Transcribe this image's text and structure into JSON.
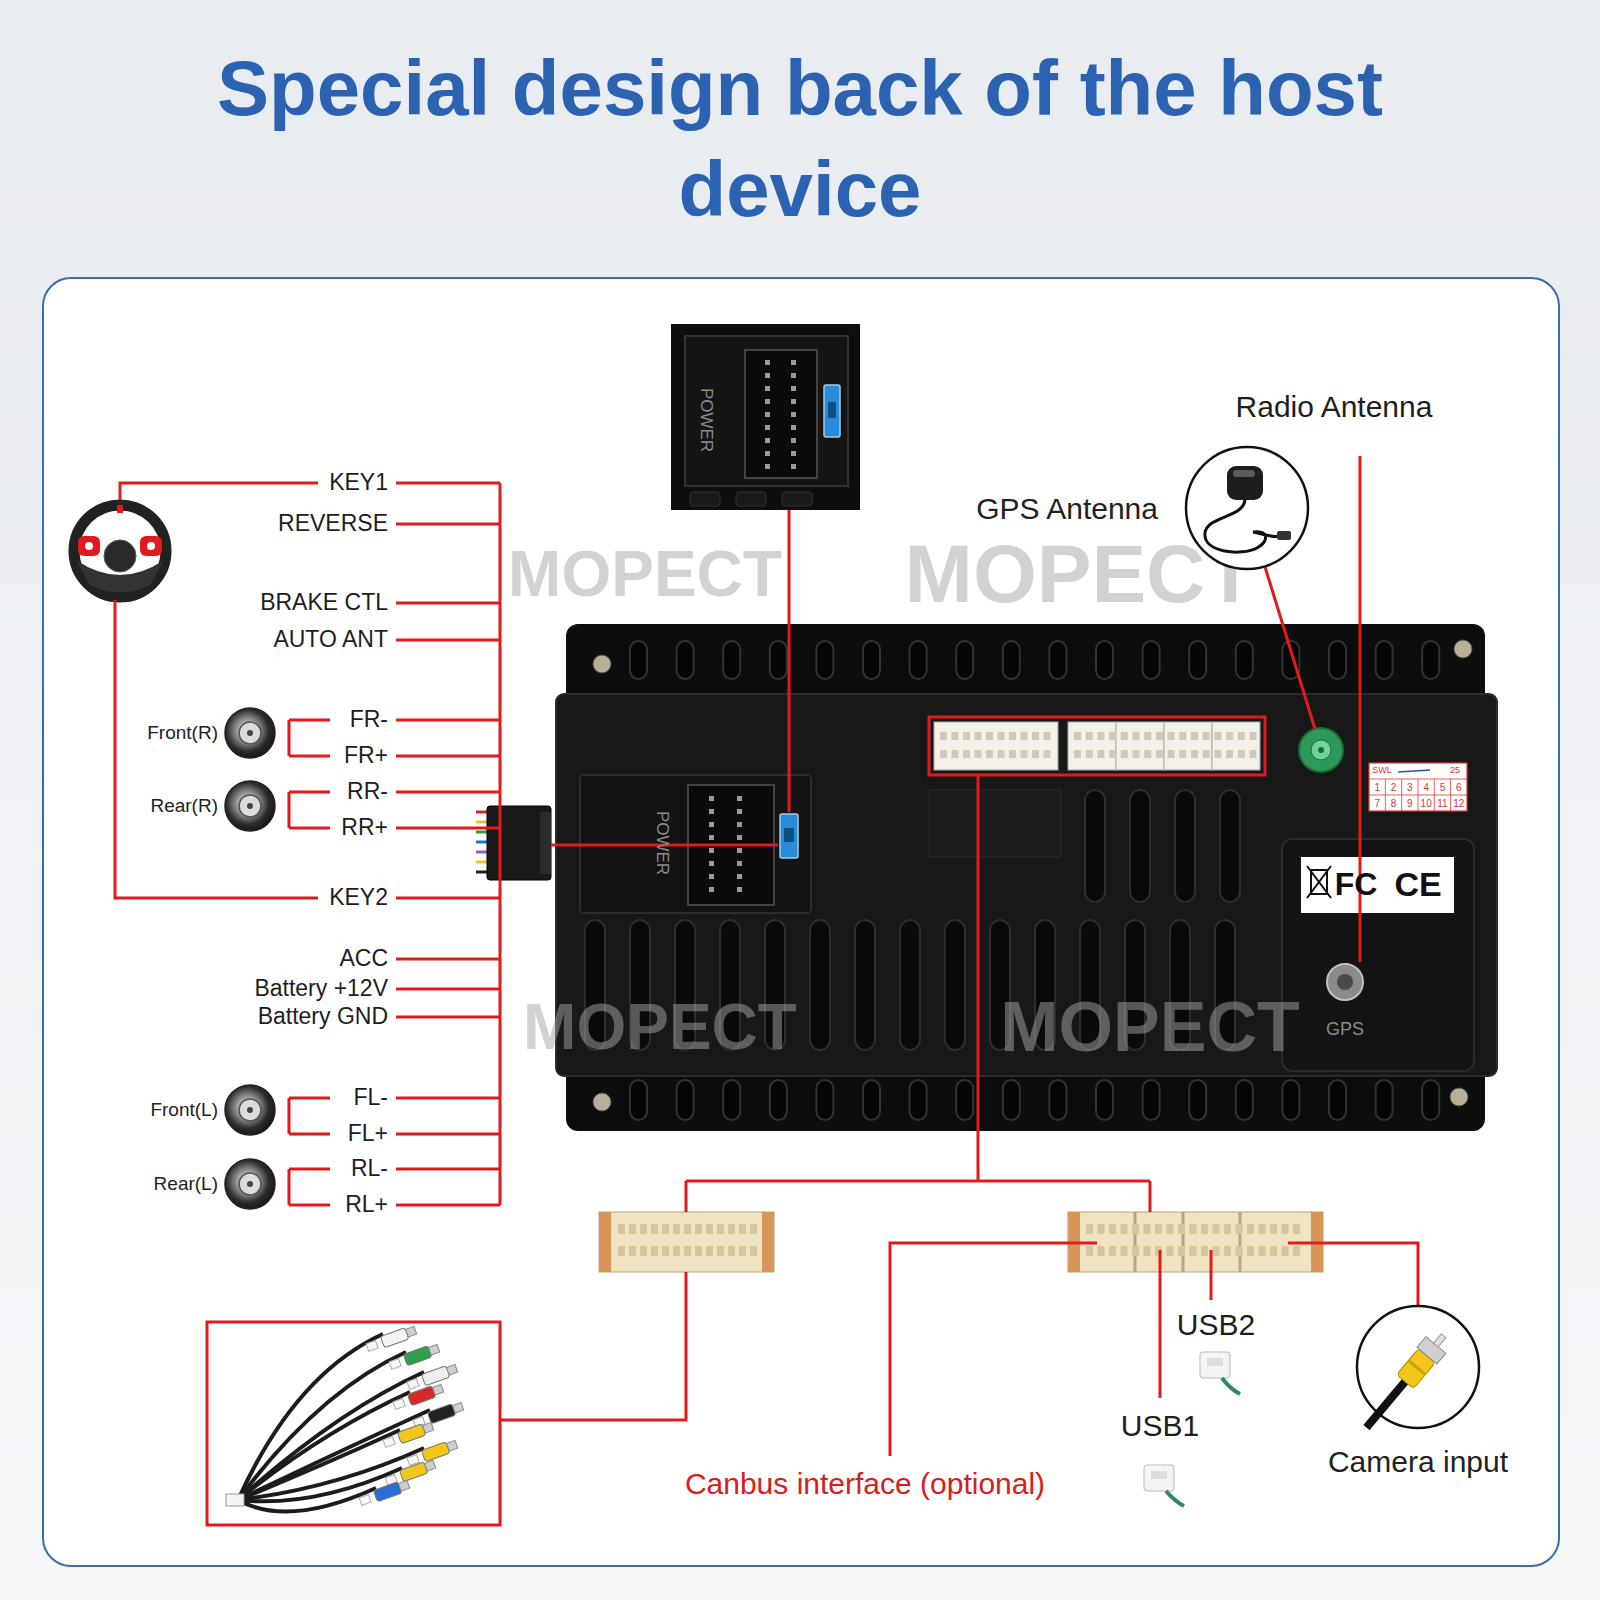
{
  "diagram": {
    "title": "Special design back of the host device",
    "nodes": [
      {
        "text": [
          "GPS Antenna"
        ]
      },
      {
        "text": [
          "Front(R)"
        ]
      },
      {
        "text": [
          "Rear(R)"
        ]
      },
      {
        "text": [
          "Front(L)"
        ]
      },
      {
        "text": [
          "Rear(L)"
        ]
      },
      {
        "text": [
          "Camera input"
        ]
      }
    ],
    "labels": [
      "KEY1",
      "REVERSE",
      "BRAKE CTL",
      "AUTO ANT",
      "FR-",
      "FR+",
      "RR-",
      "RR+",
      "KEY2",
      "ACC",
      "Battery +12V",
      "Battery GND",
      "FL-",
      "FL+",
      "RL-",
      "RL+",
      "POWER",
      "POWER",
      "Radio Antenna",
      "SWL",
      "25",
      "1",
      "2",
      "3",
      "4",
      "5",
      "6",
      "7",
      "8",
      "9",
      "10",
      "11",
      "12",
      "FC",
      "CE",
      "GPS",
      "USB2",
      "USB1",
      "Canbus interface (optional)",
      "MOPECT",
      "MOPECT",
      "MOPECT",
      "MOPECT"
    ]
  }
}
